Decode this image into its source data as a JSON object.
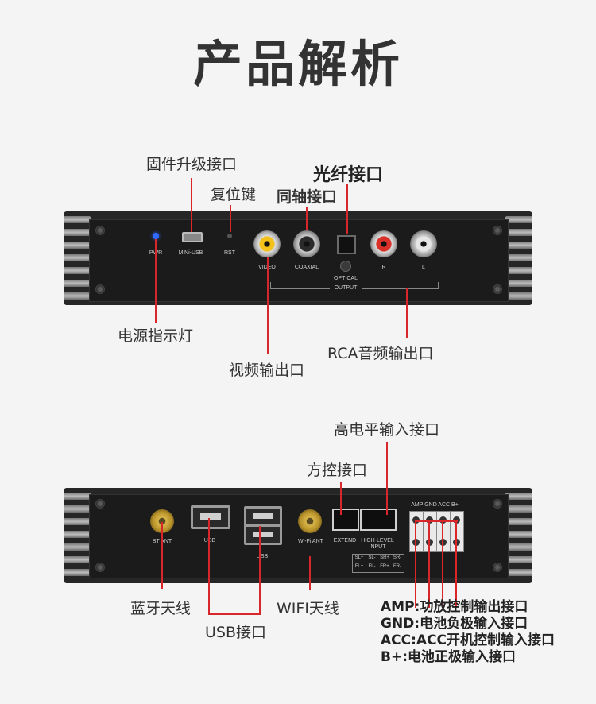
{
  "page": {
    "title": "产品解析"
  },
  "top_callouts": {
    "firmware": "固件升级接口",
    "optical": "光纤接口",
    "reset": "复位键",
    "coaxial": "同轴接口",
    "power_led": "电源指示灯",
    "rca_out": "RCA音频输出口",
    "video_out": "视频输出口"
  },
  "top_panel_labels": {
    "pwr": "PWR",
    "mini_usb": "MiNi-USB",
    "rst": "RST",
    "video": "VIDEO",
    "coaxial": "COAXIAL",
    "optical": "OPTICAL",
    "r": "R",
    "l": "L",
    "output": "OUTPUT"
  },
  "bottom_callouts": {
    "high_level": "高电平输入接口",
    "steering": "方控接口",
    "bt_antenna": "蓝牙天线",
    "wifi_antenna": "WIFI天线",
    "usb_port": "USB接口"
  },
  "bottom_panel_labels": {
    "bt_ant": "BT ANT",
    "usb1": "USB",
    "usb2": "USB",
    "wifi_ant": "Wi-Fi ANT",
    "extend": "EXTEND",
    "high_level_input": "HIGH-LEVEL INPUT",
    "terminals": "AMP GND ACC B+",
    "sl_plus": "SL+",
    "sl_minus": "SL-",
    "sr_plus": "SR+",
    "sr_minus": "SR-",
    "fl_plus": "FL+",
    "fl_minus": "FL-",
    "fr_plus": "FR+",
    "fr_minus": "FR-"
  },
  "legend": [
    "AMP:功放控制输出接口",
    "GND:电池负极输入接口",
    "ACC:ACC开机控制输入接口",
    "B+:电池正极输入接口"
  ],
  "colors": {
    "accent_line": "#d8262a",
    "background": "#f4f4f4",
    "device": "#1b1b1b"
  }
}
